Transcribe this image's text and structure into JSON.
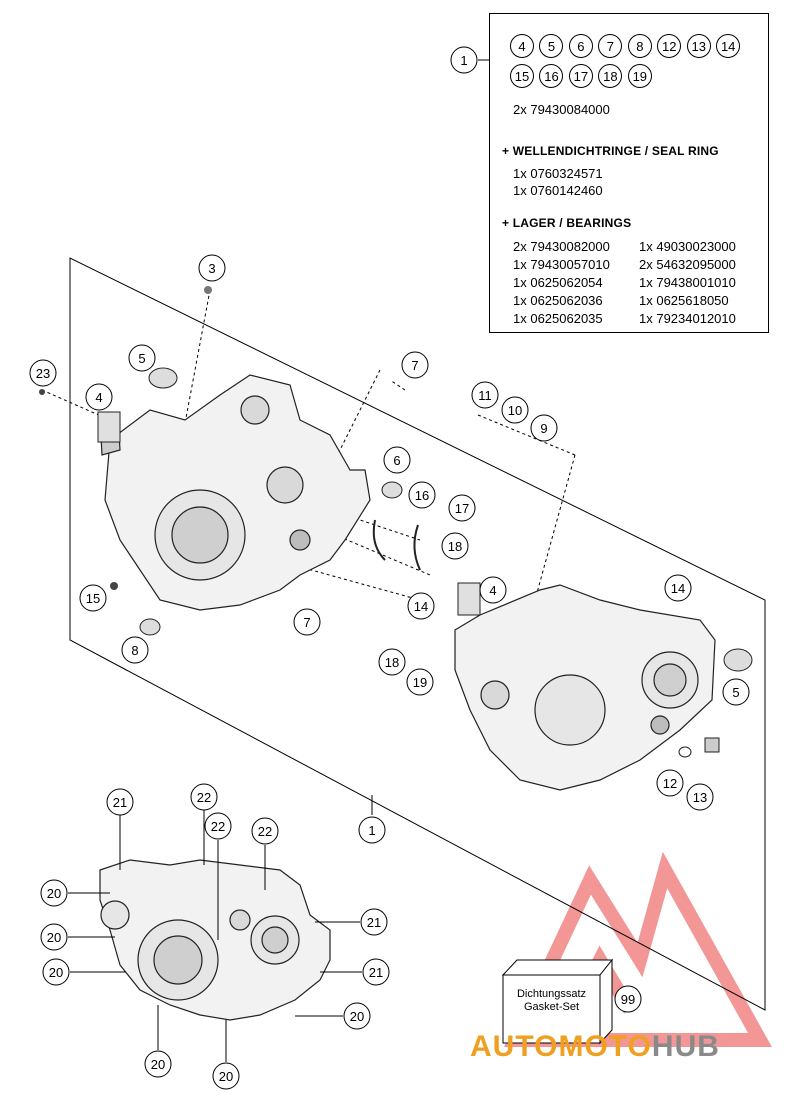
{
  "info_box": {
    "callout": "1",
    "included_parts": [
      "4",
      "5",
      "6",
      "7",
      "8",
      "12",
      "13",
      "14",
      "15",
      "16",
      "17",
      "18",
      "19"
    ],
    "quantity_line": "2x 79430084000",
    "seal_heading": "+ WELLENDICHTRINGE /  SEAL RING",
    "seal_items": [
      "1x 0760324571",
      "1x 0760142460"
    ],
    "bearing_heading": "+ LAGER / BEARINGS",
    "bearing_items": [
      "2x 79430082000",
      "1x 49030023000",
      "1x 79430057010",
      "2x 54632095000",
      "1x 0625062054",
      "1x 79438001010",
      "1x 0625062036",
      "1x 0625618050",
      "1x 0625062035",
      "1x 79234012010"
    ]
  },
  "callouts": {
    "c3": "3",
    "c23": "23",
    "c5a": "5",
    "c4a": "4",
    "c7a": "7",
    "c11": "11",
    "c10": "10",
    "c9": "9",
    "c6": "6",
    "c16": "16",
    "c17": "17",
    "c18a": "18",
    "c15": "15",
    "c14a": "14",
    "c7b": "7",
    "c8": "8",
    "c4b": "4",
    "c14b": "14",
    "c5b": "5",
    "c18b": "18",
    "c19": "19",
    "c12": "12",
    "c13": "13",
    "c1b": "1",
    "c21a": "21",
    "c22a": "22",
    "c22b": "22",
    "c22c": "22",
    "c20a": "20",
    "c20b": "20",
    "c20c": "20",
    "c21b": "21",
    "c21c": "21",
    "c20d": "20",
    "c20e": "20",
    "c20f": "20",
    "c99": "99"
  },
  "gasket_set": {
    "label_de": "Dichtungssatz",
    "label_en": "Gasket-Set"
  },
  "watermark": {
    "part1": "AUTOMOTO",
    "part2": "HUB",
    "color1": "#f0a020",
    "color2": "#8a8a8a",
    "logo_color": "#e84040"
  }
}
